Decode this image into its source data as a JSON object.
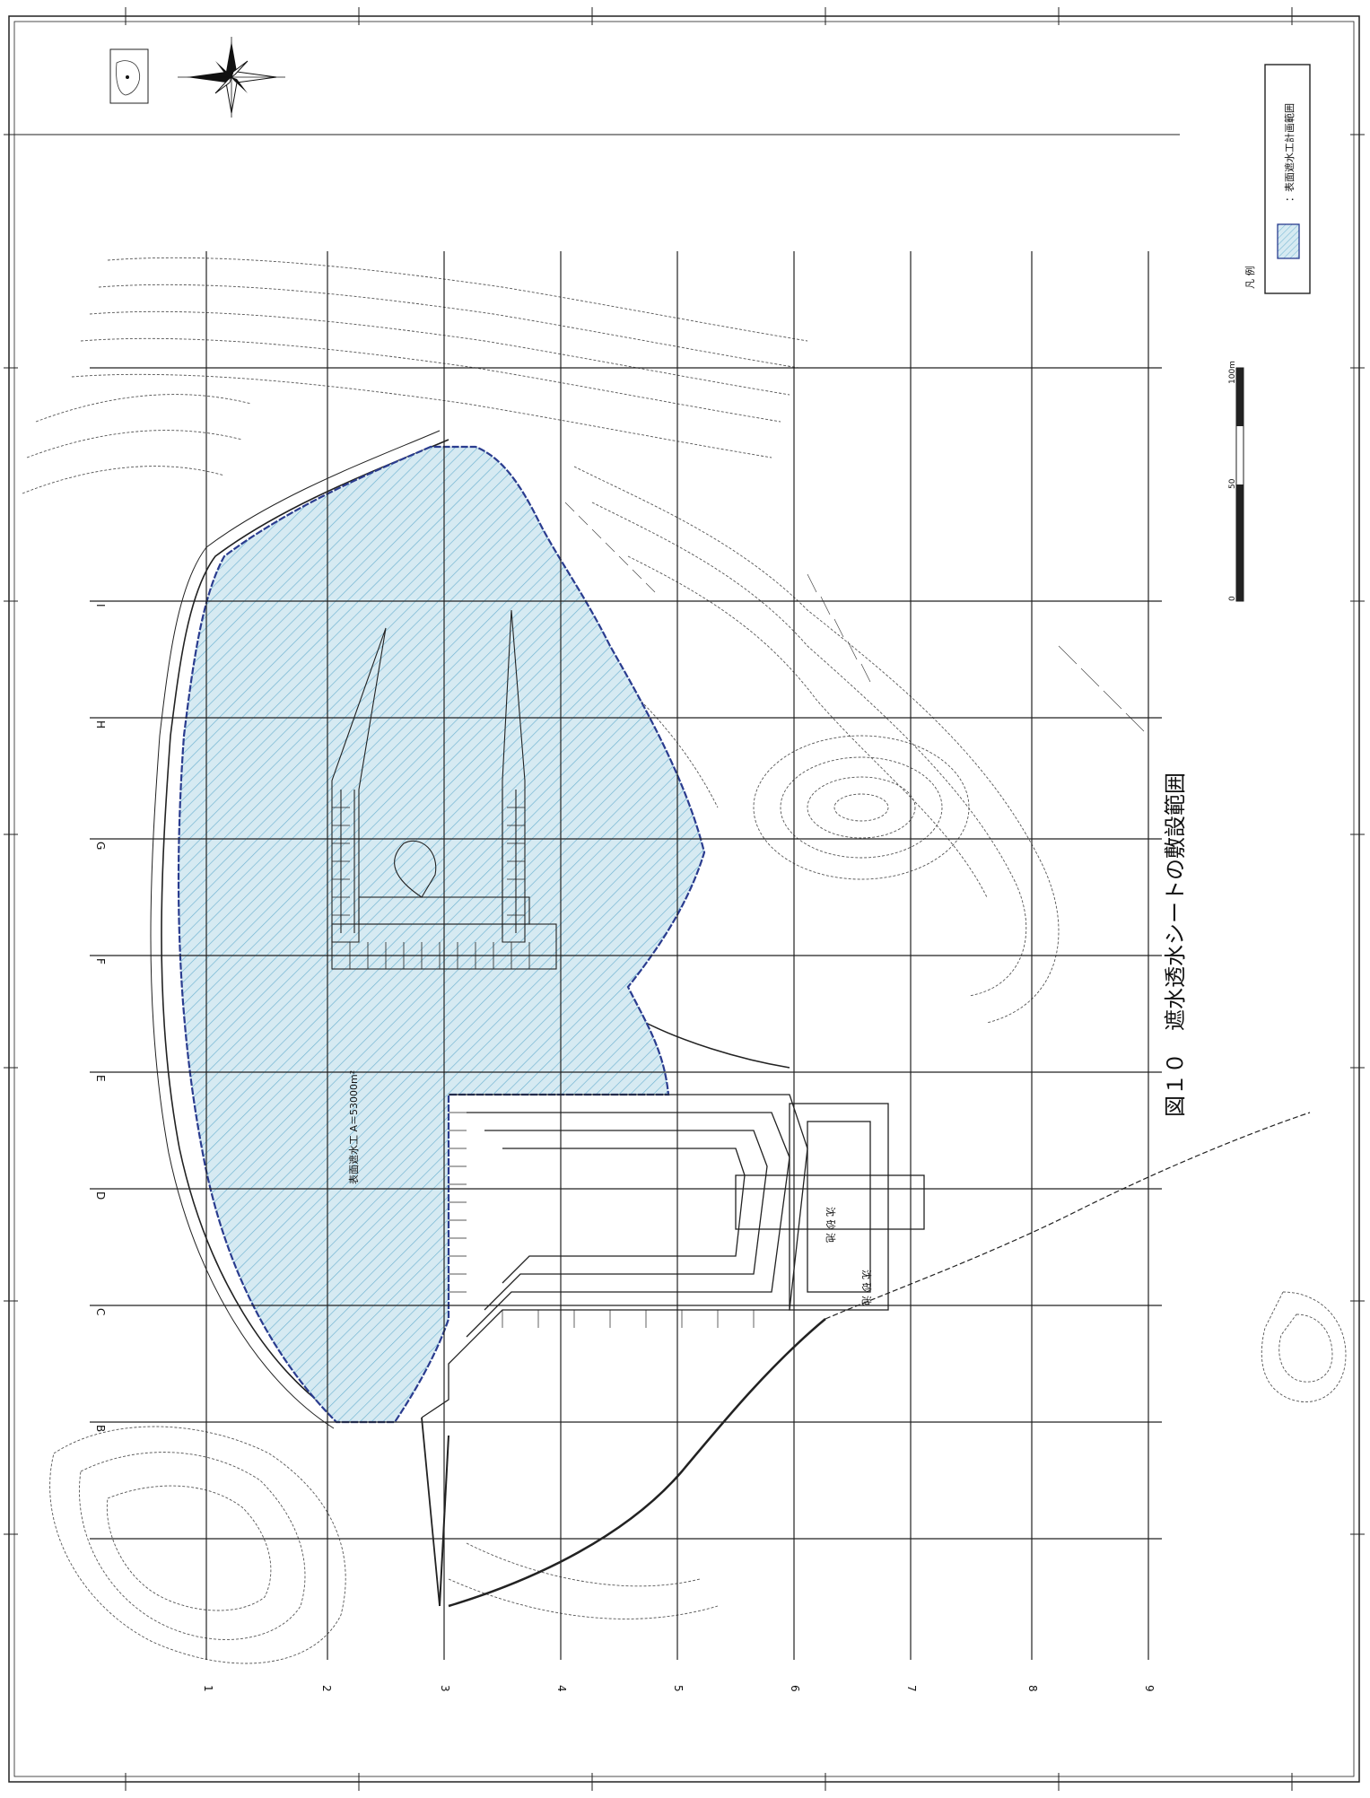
{
  "figure": {
    "caption": "図１０　遮水透水シートの敷設範囲"
  },
  "legend": {
    "heading": "凡 例",
    "entry": "：表面遮水工計画範囲"
  },
  "area_annotation": "表面遮水工 A＝53000m²",
  "facility_labels": [
    "沈 砂 池",
    "沈 砂 池"
  ],
  "scale_bar": {
    "labels": [
      "0",
      "50",
      "100m"
    ]
  },
  "grid": {
    "columns": [
      "B",
      "C",
      "D",
      "E",
      "F",
      "G",
      "H",
      "I"
    ],
    "rows": [
      "1",
      "2",
      "3",
      "4",
      "5",
      "6",
      "7",
      "8",
      "9"
    ]
  },
  "colors": {
    "shaded_area_fill": "#d6eaf2",
    "shaded_area_hatch": "#6fb3d1",
    "boundary": "#2a3c8f",
    "linework": "#333333"
  },
  "icons": [
    "compass-rose-icon",
    "location-inset-map"
  ]
}
